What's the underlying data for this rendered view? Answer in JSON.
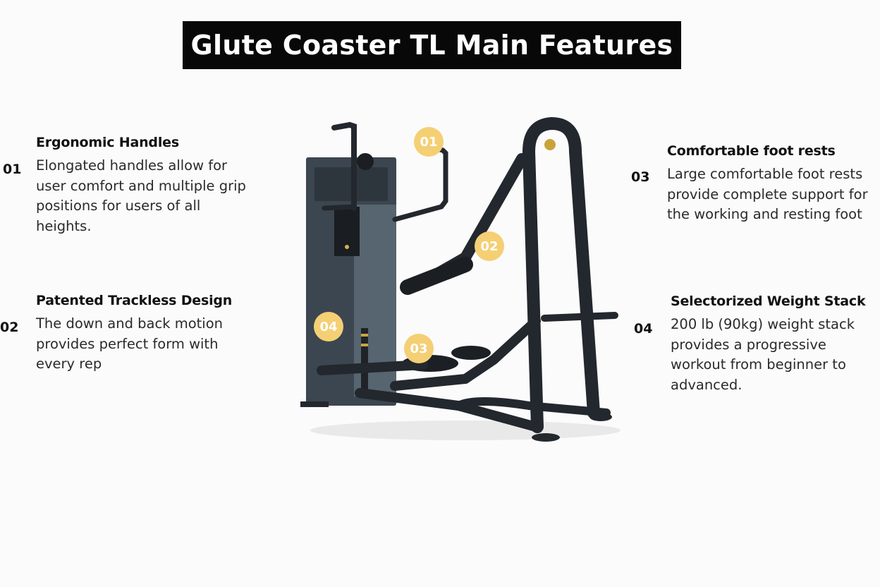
{
  "title": "Glute Coaster TL Main Features",
  "features": [
    {
      "number": "01",
      "heading": "Ergonomic Handles",
      "lines": [
        "Elongated handles allow for",
        "user comfort and multiple grip",
        "positions for users of all",
        "heights."
      ]
    },
    {
      "number": "02",
      "heading": "Patented Trackless Design",
      "lines": [
        "The down and back motion",
        "provides perfect form with",
        "every rep"
      ]
    },
    {
      "number": "03",
      "heading": "Comfortable foot rests",
      "lines": [
        "Large comfortable foot rests",
        "provide complete support for",
        "the working and resting foot"
      ]
    },
    {
      "number": "04",
      "heading": "Selectorized Weight Stack",
      "lines": [
        "200 lb (90kg) weight stack",
        "provides a progressive",
        "workout from beginner to",
        "advanced."
      ]
    }
  ],
  "badges": [
    "01",
    "02",
    "03",
    "04"
  ],
  "colors": {
    "background": "#fbfbfb",
    "title_bg": "#080808",
    "title_text": "#ffffff",
    "badge": "#f4cf74",
    "frame": "#23272e",
    "stack_panel": "#46535e"
  }
}
